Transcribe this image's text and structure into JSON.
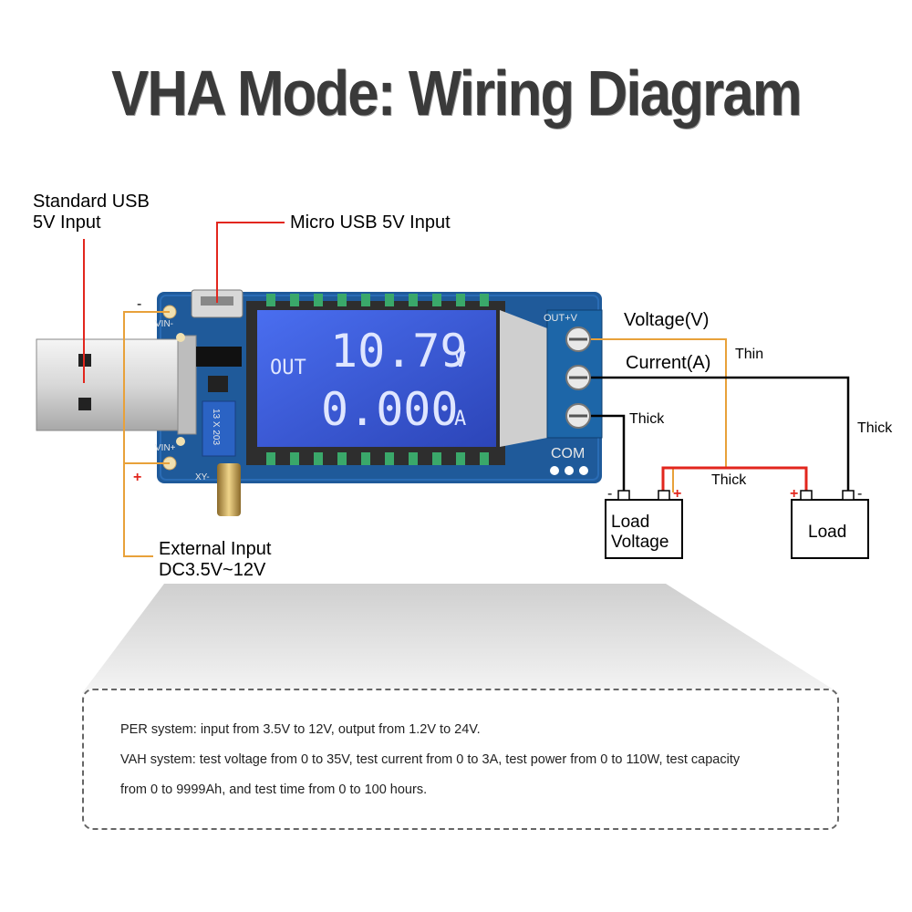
{
  "title": "VHA Mode: Wiring Diagram",
  "labels": {
    "usb_standard": [
      "Standard USB",
      "5V Input"
    ],
    "micro_usb": "Micro USB 5V Input",
    "external": [
      "External Input",
      "DC3.5V~12V"
    ],
    "voltage": "Voltage(V)",
    "current": "Current(A)",
    "thin": "Thin",
    "thick_1": "Thick",
    "thick_2": "Thick",
    "thick_3": "Thick",
    "minus": "-",
    "plus": "+"
  },
  "board": {
    "lcd_out": "OUT",
    "lcd_voltage": "10.79",
    "lcd_voltage_unit": "V",
    "lcd_current": "0.000",
    "lcd_current_unit": "A",
    "pin_vin_minus": "VIN-",
    "pin_vin_plus": "VIN+",
    "pin_out": "OUT+V",
    "pin_com": "COM",
    "pot_marking": "13 X 203",
    "silk_xy": "XY-"
  },
  "loads": {
    "load_voltage": [
      "Load",
      "Voltage"
    ],
    "load": "Load"
  },
  "notes": [
    "PER system: input from 3.5V to 12V, output from 1.2V to 24V.",
    "VAH system: test voltage from 0 to 35V, test current from 0 to 3A, test power from 0 to 110W, test capacity",
    "from 0 to 9999Ah, and test time from 0 to 100 hours."
  ],
  "colors": {
    "board": "#1f5a9a",
    "lcd": "#3a5bd8",
    "red_wire": "#e2261d",
    "orange_wire": "#e8a13a",
    "black_wire": "#000000"
  }
}
